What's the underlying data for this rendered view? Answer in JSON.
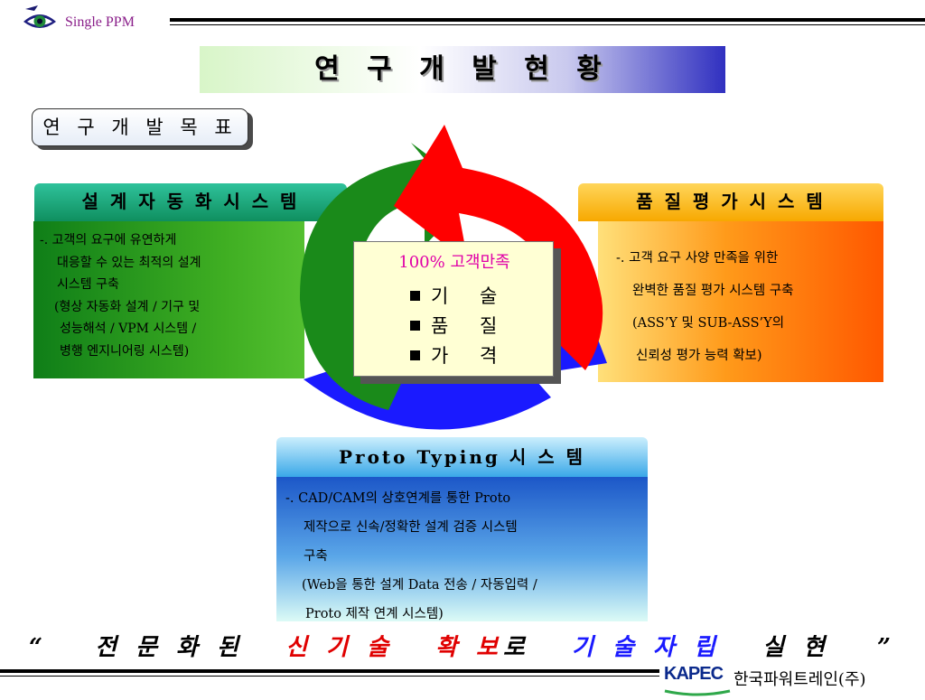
{
  "brand": {
    "name": "Single PPM"
  },
  "title": "연 구 개 발 현 황",
  "goal_label": "연 구 개 발 목 표",
  "center": {
    "heading": "100% 고객만족",
    "items": [
      "기 술",
      "품 질",
      "가 격"
    ]
  },
  "left": {
    "header": "설 계 자 동 화  시 스 템",
    "lines": [
      "-. 고객의 요구에 유연하게",
      "   대응할 수 있는 최적의 설계",
      "   시스템 구축",
      "   (형상 자동화 설계 / 기구 및",
      "    성능해석 / VPM 시스템 /",
      "    병행 엔지니어링 시스템)"
    ]
  },
  "right": {
    "header": "품 질 평 가  시 스 템",
    "lines": [
      "-. 고객 요구 사양 만족을 위한",
      "   완벽한 품질 평가 시스템 구축",
      "   (ASS’Y 및 SUB-ASS’Y의",
      "    신뢰성 평가 능력 확보)"
    ]
  },
  "bottom": {
    "header": "Proto Typing  시 스 템",
    "lines": [
      "-. CAD/CAM의 상호연계를 통한 Proto",
      "   제작으로 신속/정확한 설계 검증 시스템",
      "   구축",
      "   (Web을 통한 설계 Data 전송 / 자동입력 /",
      "    Proto 제작 연계 시스템)"
    ]
  },
  "slogan": {
    "open_quote": "“",
    "w1": "전 문 화 된",
    "w2": "신 기 술",
    "w3": "확 보",
    "w4": "로",
    "w5": "기 술 자 립",
    "w6": "실 현",
    "close_quote": "”"
  },
  "footer": {
    "logo": "KAPEC",
    "company": "한국파워트레인(주)"
  },
  "colors": {
    "slogan_red": "#e00000",
    "slogan_blue": "#1a1aff",
    "arrow_red": "#ff0000",
    "arrow_green": "#1a8a1a",
    "arrow_blue": "#1a1aff"
  }
}
